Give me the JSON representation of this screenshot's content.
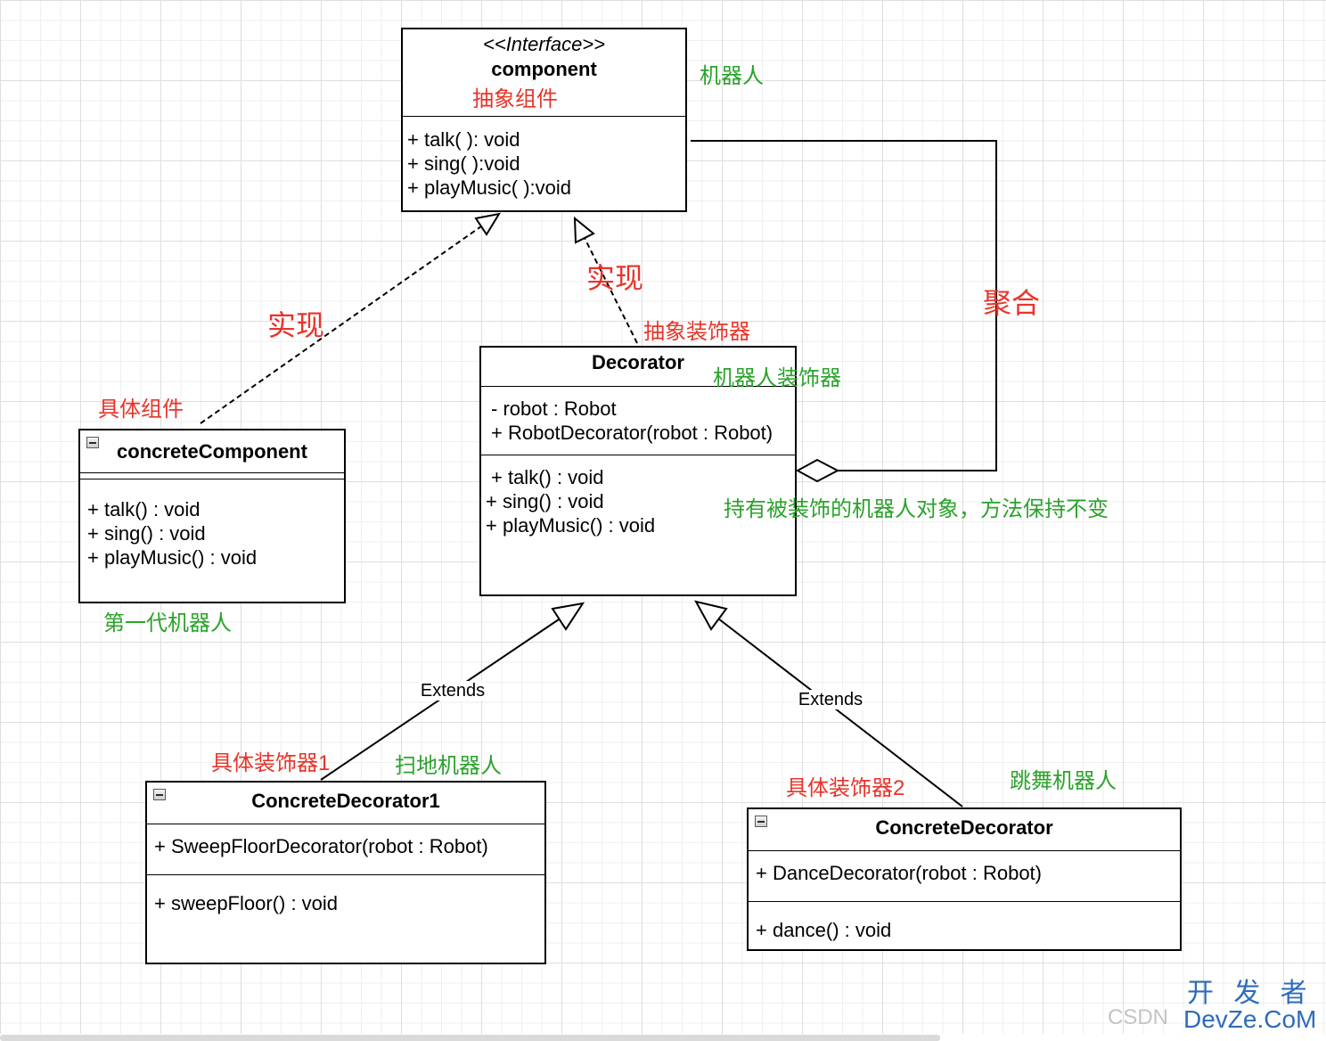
{
  "diagram": {
    "interface": {
      "stereotype": "<<Interface>>",
      "name": "component",
      "methods": [
        "+ talk( ): void",
        "+ sing( ):void",
        "+ playMusic( ):void"
      ]
    },
    "decorator": {
      "name": "Decorator",
      "attributes": [
        "- robot : Robot",
        "+ RobotDecorator(robot : Robot)"
      ],
      "methods": [
        "+ talk() : void",
        "+ sing() : void",
        "+ playMusic() : void"
      ]
    },
    "concrete_component": {
      "name": "concreteComponent",
      "methods": [
        "+ talk() : void",
        "+ sing() : void",
        "+ playMusic() : void"
      ]
    },
    "concrete_decorator_1": {
      "name": "ConcreteDecorator1",
      "constructors": [
        "+ SweepFloorDecorator(robot : Robot)"
      ],
      "methods": [
        "+ sweepFloor() : void"
      ]
    },
    "concrete_decorator_2": {
      "name": "ConcreteDecorator",
      "constructors": [
        "+ DanceDecorator(robot : Robot)"
      ],
      "methods": [
        "+ dance() : void"
      ]
    },
    "edges": {
      "extends_left_label": "Extends",
      "extends_right_label": "Extends"
    },
    "annotations": {
      "abstract_component": "抽象组件",
      "robot": "机器人",
      "realize_left": "实现",
      "realize_right": "实现",
      "aggregation": "聚合",
      "abstract_decorator": "抽象装饰器",
      "robot_decorator": "机器人装饰器",
      "holds_note": "持有被装饰的机器人对象，方法保持不变",
      "concrete_component": "具体组件",
      "first_gen_robot": "第一代机器人",
      "concrete_decorator_1": "具体装饰器1",
      "sweep_robot": "扫地机器人",
      "concrete_decorator_2": "具体装饰器2",
      "dance_robot": "跳舞机器人"
    }
  },
  "watermark": {
    "csdn": "CSDN",
    "logo_cn": "开 发 者",
    "logo_en": "DevZe.CoM"
  },
  "icons": {
    "collapse": "minus-square-icon"
  },
  "colors": {
    "annotation_red": "#e8342a",
    "annotation_green": "#2ba32b",
    "line": "#000000",
    "grid_minor": "#efefef",
    "grid_major": "#dedede",
    "watermark_gray": "#c4c4c4",
    "watermark_blue": "#2e6cba"
  }
}
